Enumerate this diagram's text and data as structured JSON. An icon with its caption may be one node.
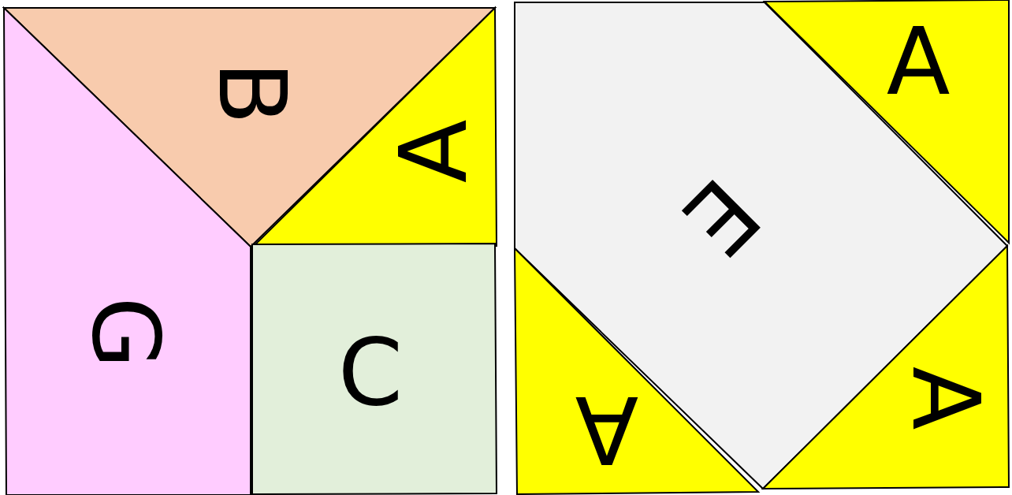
{
  "diagram": {
    "nodes": [
      {
        "text": [
          "B"
        ]
      },
      {
        "text": [
          "A"
        ]
      },
      {
        "text": [
          "G"
        ]
      },
      {
        "text": [
          "C"
        ]
      },
      {
        "text": [
          "A"
        ]
      },
      {
        "text": [
          "E"
        ]
      },
      {
        "text": [
          "A"
        ]
      },
      {
        "text": [
          "A"
        ]
      }
    ]
  }
}
